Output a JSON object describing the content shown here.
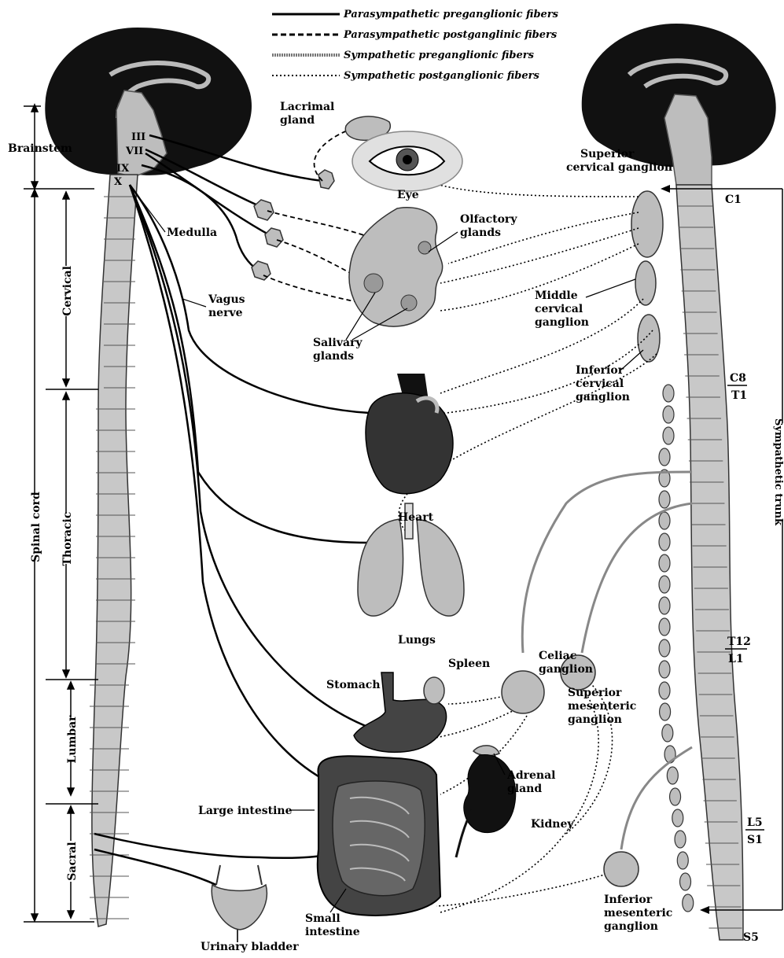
{
  "legend": {
    "para_pre": "Parasympathetic preganglionic fibers",
    "para_post": "Parasympathetic postganglinic fibers",
    "symp_pre": "Sympathetic preganglionic fibers",
    "symp_post": "Sympathetic postganglionic fibers"
  },
  "regions": {
    "brainstem": "Brainstem",
    "cervical": "Cervical",
    "thoracic": "Thoracic",
    "lumbar": "Lumbar",
    "sacral": "Sacral",
    "spinal_cord": "Spinal cord",
    "sympathetic_trunk": "Sympathetic trunk"
  },
  "cranial_nerves": {
    "n3": "III",
    "n7": "VII",
    "n9": "IX",
    "n10": "X"
  },
  "labels": {
    "lacrimal_1": "Lacrimal",
    "lacrimal_2": "gland",
    "eye": "Eye",
    "medulla": "Medulla",
    "olfactory_1": "Olfactory",
    "olfactory_2": "glands",
    "vagus_1": "Vagus",
    "vagus_2": "nerve",
    "salivary_1": "Salivary",
    "salivary_2": "glands",
    "heart": "Heart",
    "lungs": "Lungs",
    "stomach": "Stomach",
    "spleen": "Spleen",
    "large_intestine": "Large intestine",
    "small_intestine_1": "Small",
    "small_intestine_2": "intestine",
    "urinary_bladder": "Urinary bladder",
    "celiac_1": "Celiac",
    "celiac_2": "ganglion",
    "sup_mes_1": "Superior",
    "sup_mes_2": "mesenteric",
    "sup_mes_3": "ganglion",
    "adrenal_1": "Adrenal",
    "adrenal_2": "gland",
    "kidney": "Kidney",
    "inf_mes_1": "Inferior",
    "inf_mes_2": "mesenteric",
    "inf_mes_3": "ganglion",
    "sup_cerv_1": "Superior",
    "sup_cerv_2": "cervical ganglion",
    "mid_cerv_1": "Middle",
    "mid_cerv_2": "cervical",
    "mid_cerv_3": "ganglion",
    "inf_cerv_1": "Inferior",
    "inf_cerv_2": "cervical",
    "inf_cerv_3": "ganglion"
  },
  "vertebrae": {
    "c1": "C1",
    "c8": "C8",
    "t1": "T1",
    "t12": "T12",
    "l1": "L1",
    "l5": "L5",
    "s1": "S1",
    "s5": "S5"
  },
  "colors": {
    "brain": "#111111",
    "cord": "#c8c8c8",
    "organ": "#bdbdbd",
    "dark_organ": "#444444"
  }
}
